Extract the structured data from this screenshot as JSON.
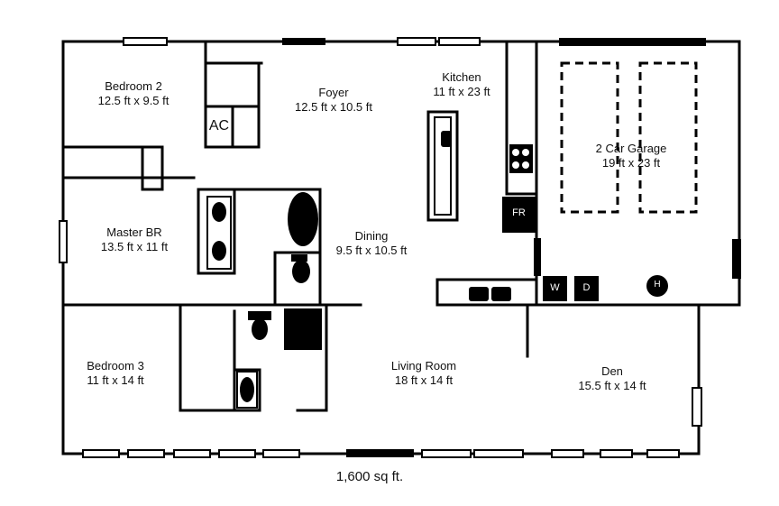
{
  "rooms": {
    "bedroom2": {
      "name": "Bedroom 2",
      "size": "12.5 ft x 9.5 ft"
    },
    "foyer": {
      "name": "Foyer",
      "size": "12.5 ft x 10.5 ft"
    },
    "kitchen": {
      "name": "Kitchen",
      "size": "11 ft x 23 ft"
    },
    "garage": {
      "name": "2 Car Garage",
      "size": "19 ft x 23 ft"
    },
    "master": {
      "name": "Master BR",
      "size": "13.5 ft x 11 ft"
    },
    "dining": {
      "name": "Dining",
      "size": "9.5 ft x 10.5 ft"
    },
    "bedroom3": {
      "name": "Bedroom 3",
      "size": "11 ft x 14 ft"
    },
    "living": {
      "name": "Living Room",
      "size": "18 ft x 14 ft"
    },
    "den": {
      "name": "Den",
      "size": "15.5 ft x 14 ft"
    }
  },
  "fixtures": {
    "ac": "AC",
    "fridge": "FR",
    "washer": "W",
    "dryer": "D",
    "heater": "H"
  },
  "total_area": "1,600 sq ft."
}
